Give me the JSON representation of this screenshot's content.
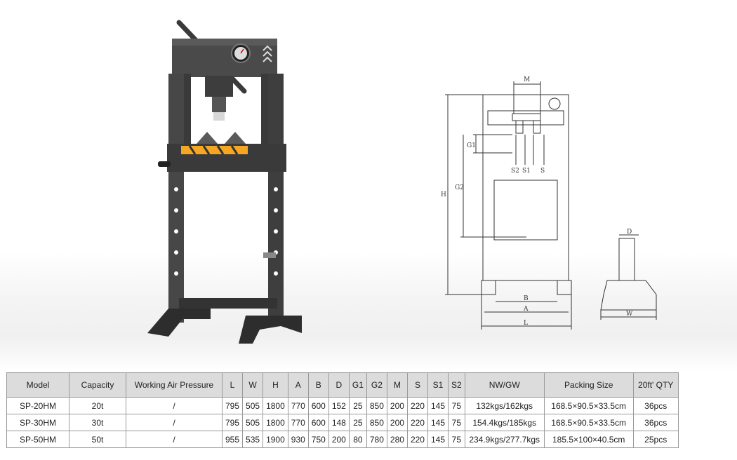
{
  "table": {
    "headers": [
      "Model",
      "Capacity",
      "Working Air Pressure",
      "L",
      "W",
      "H",
      "A",
      "B",
      "D",
      "G1",
      "G2",
      "M",
      "S",
      "S1",
      "S2",
      "NW/GW",
      "Packing Size",
      "20ft' QTY"
    ],
    "rows": [
      [
        "SP-20HM",
        "20t",
        "/",
        "795",
        "505",
        "1800",
        "770",
        "600",
        "152",
        "25",
        "850",
        "200",
        "220",
        "145",
        "75",
        "132kgs/162kgs",
        "168.5×90.5×33.5cm",
        "36pcs"
      ],
      [
        "SP-30HM",
        "30t",
        "/",
        "795",
        "505",
        "1800",
        "770",
        "600",
        "148",
        "25",
        "850",
        "200",
        "220",
        "145",
        "75",
        "154.4kgs/185kgs",
        "168.5×90.5×33.5cm",
        "36pcs"
      ],
      [
        "SP-50HM",
        "50t",
        "/",
        "955",
        "535",
        "1900",
        "930",
        "750",
        "200",
        "80",
        "780",
        "280",
        "220",
        "145",
        "75",
        "234.9kgs/277.7kgs",
        "185.5×100×40.5cm",
        "25pcs"
      ]
    ]
  },
  "drawing": {
    "dim_labels": {
      "M": "M",
      "G1": "G1",
      "G2": "G2",
      "H": "H",
      "S2": "S2",
      "S1": "S1",
      "S": "S",
      "B": "B",
      "A": "A",
      "L": "L",
      "D": "D",
      "W": "W"
    }
  },
  "colors": {
    "frame": "#474747",
    "frame_dark": "#2d2d2d",
    "accent": "#f5a623",
    "header_bg": "#dcdcdc",
    "line": "#333333"
  }
}
